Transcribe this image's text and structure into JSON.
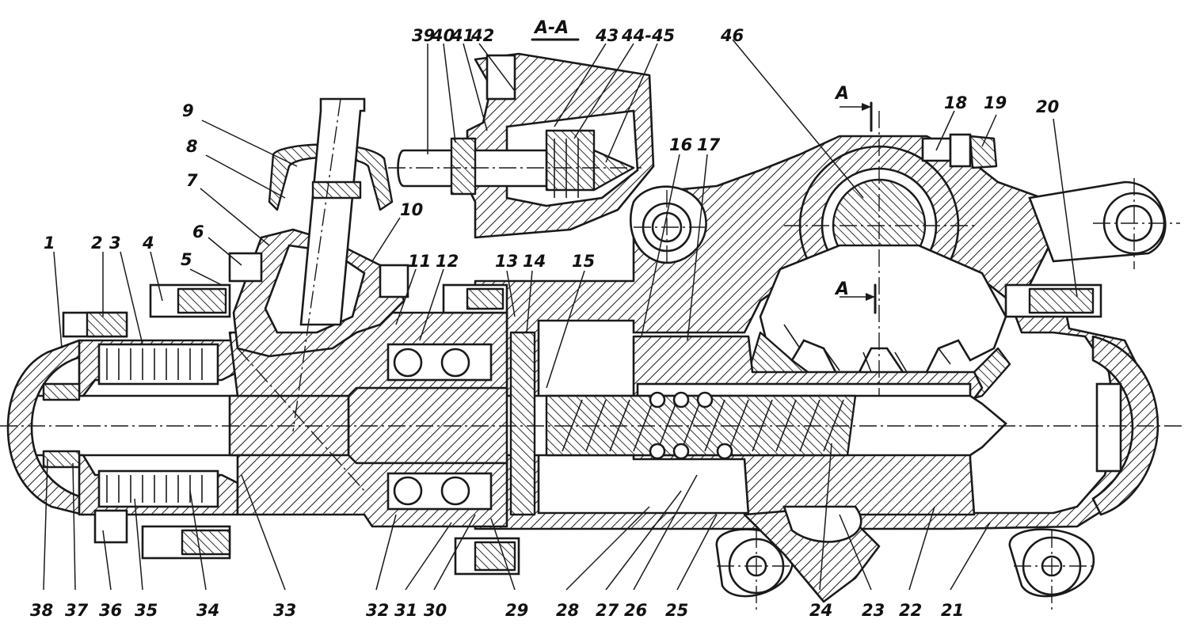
{
  "section_title": "А-А",
  "section_marks": [
    "А",
    "А"
  ],
  "callouts": {
    "top": [
      "9",
      "8",
      "7",
      "6",
      "5",
      "4",
      "3",
      "2",
      "1",
      "10",
      "11",
      "12",
      "13",
      "14",
      "15",
      "16",
      "17",
      "18",
      "19",
      "20",
      "39",
      "40",
      "41",
      "42",
      "43",
      "44-45",
      "46"
    ],
    "bottom": [
      "38",
      "37",
      "36",
      "35",
      "34",
      "33",
      "32",
      "31",
      "30",
      "29",
      "28",
      "27",
      "26",
      "25",
      "24",
      "23",
      "22",
      "21"
    ]
  }
}
